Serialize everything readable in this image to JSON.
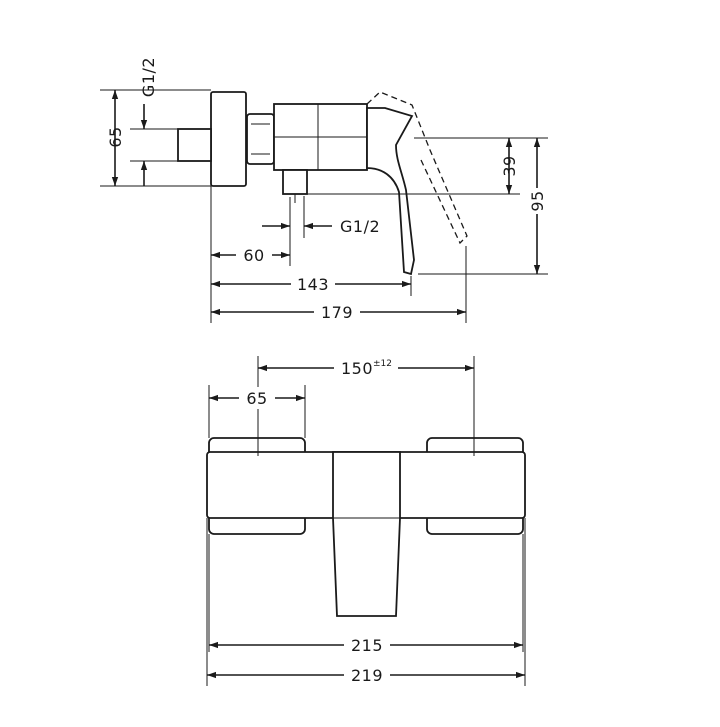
{
  "side_view": {
    "thread_left": "G1/2",
    "dim_65": "65",
    "dim_39": "39",
    "dim_95": "95",
    "thread_bottom": "G1/2",
    "dim_60": "60",
    "dim_143": "143",
    "dim_179": "179"
  },
  "front_view": {
    "dim_150": "150",
    "dim_150_tol": "±12",
    "dim_65": "65",
    "dim_215": "215",
    "dim_219": "219"
  }
}
